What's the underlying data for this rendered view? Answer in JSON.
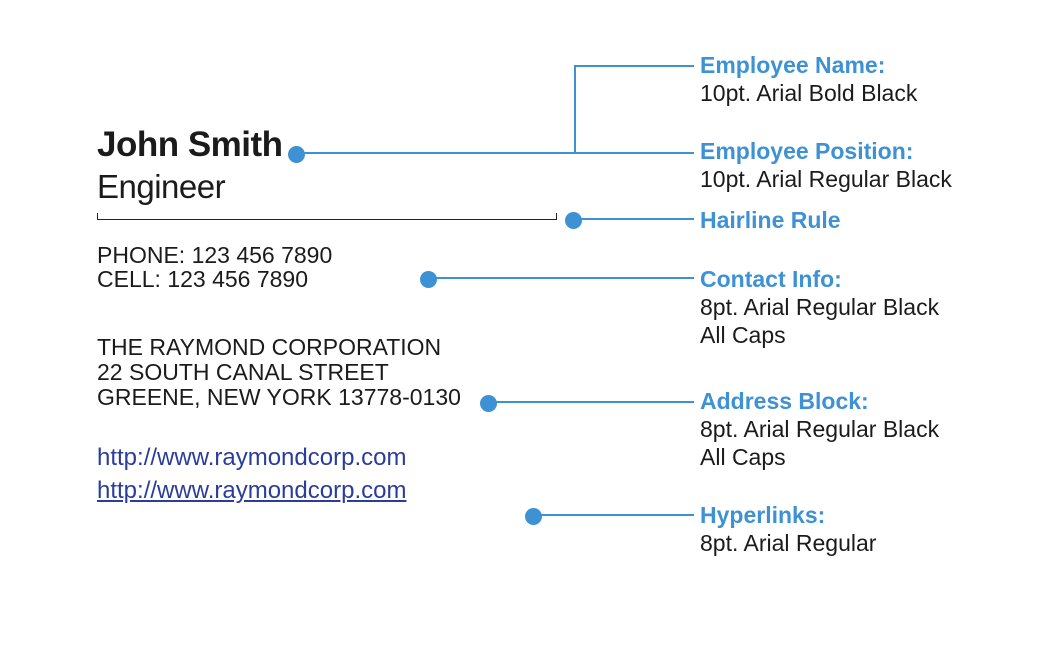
{
  "colors": {
    "annotation_blue": "#3e92d3",
    "link_blue": "#2b3d9c",
    "text_black": "#1b1b1b",
    "rule_black": "#222222"
  },
  "signature": {
    "name": "John Smith",
    "position": "Engineer",
    "contact_lines": [
      "PHONE: 123 456 7890",
      "CELL: 123 456 7890"
    ],
    "address_lines": [
      "THE RAYMOND CORPORATION",
      "22 SOUTH CANAL STREET",
      "GREENE, NEW YORK 13778-0130"
    ],
    "links": [
      "http://www.raymondcorp.com",
      "http://www.raymondcorp.com"
    ]
  },
  "annotations": [
    {
      "label": "Employee Name:",
      "lines": [
        "10pt. Arial Bold Black"
      ]
    },
    {
      "label": "Employee Position:",
      "lines": [
        "10pt. Arial Regular Black"
      ]
    },
    {
      "label": "Hairline Rule",
      "lines": []
    },
    {
      "label": "Contact Info:",
      "lines": [
        "8pt. Arial Regular Black",
        "All Caps"
      ]
    },
    {
      "label": "Address Block:",
      "lines": [
        "8pt. Arial Regular Black",
        "All Caps"
      ]
    },
    {
      "label": "Hyperlinks:",
      "lines": [
        "8pt. Arial Regular"
      ]
    }
  ]
}
